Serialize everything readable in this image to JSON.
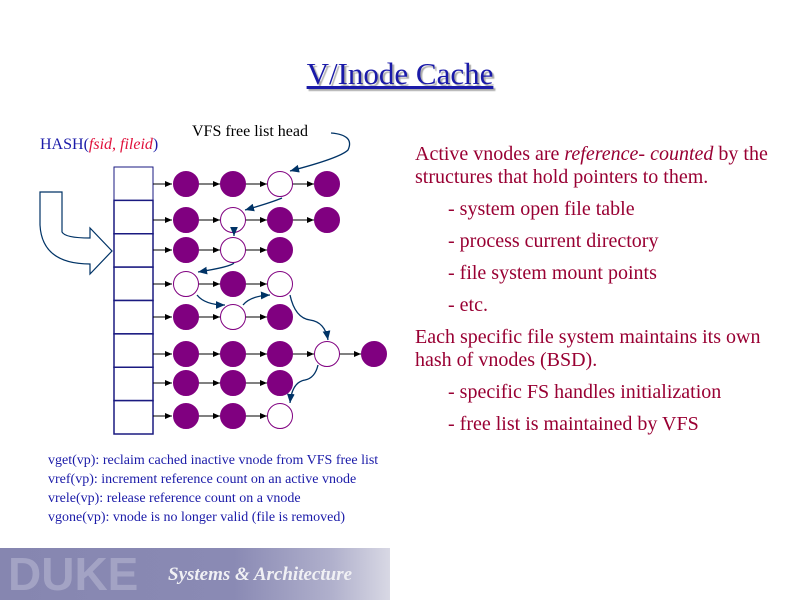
{
  "title": "V/Inode Cache",
  "hash_label": {
    "prefix": "HASH(",
    "args": "fsid, fileid",
    "suffix": ")"
  },
  "free_list_label": "VFS free list head",
  "rows": [
    [
      "F",
      "F",
      "O",
      "F"
    ],
    [
      "F",
      "O",
      "F",
      "F"
    ],
    [
      "F",
      "O",
      "F"
    ],
    [
      "O",
      "F",
      "O"
    ],
    [
      "F",
      "O",
      "F"
    ],
    [
      "F",
      "F",
      "F",
      "O",
      "F"
    ],
    [
      "F",
      "F",
      "F"
    ],
    [
      "F",
      "F",
      "O"
    ]
  ],
  "right": {
    "p1_a": "Active vnodes are ",
    "p1_em": "reference- counted",
    "p1_b": " by the structures that hold pointers to them.",
    "items1": [
      "- system open file table",
      "- process current directory",
      "- file system mount points",
      "- etc."
    ],
    "p2": "Each specific file system maintains its own hash of vnodes (BSD).",
    "items2": [
      "- specific FS handles initialization",
      "- free list is maintained by VFS"
    ]
  },
  "api": [
    "vget(vp): reclaim cached inactive vnode from VFS free list",
    "vref(vp): increment reference count on an active vnode",
    "vrele(vp): release reference count on a vnode",
    "vgone(vp): vnode is no longer valid (file is removed)"
  ],
  "footer": {
    "logo": "DUKE",
    "subtitle": "Systems & Architecture"
  },
  "colors": {
    "node": "#800080",
    "freelist": "#003366",
    "text": "#990033",
    "blue": "#1a1aa8"
  }
}
